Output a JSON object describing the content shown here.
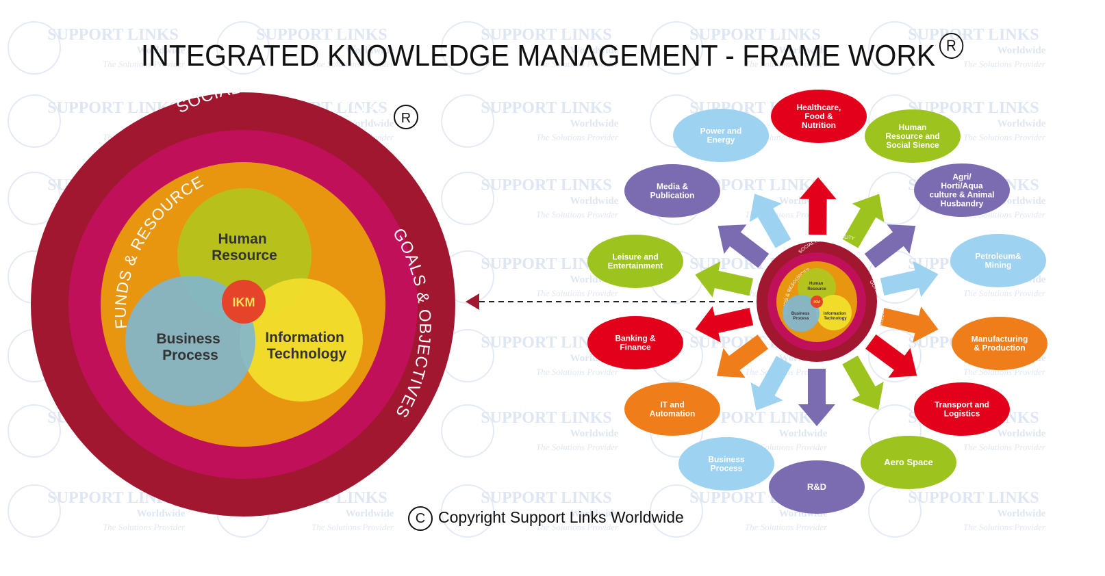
{
  "title": "INTEGRATED KNOWLEDGE MANAGEMENT - FRAME WORK",
  "registered_mark": "R",
  "watermark": {
    "line1": "SUPPORT LINKS",
    "line2": "Worldwide",
    "line3": "The Solutions Provider"
  },
  "main_diagram": {
    "outer_ring": "SOCIAL RESPONSIBILITY",
    "right_ring": "GOALS & OBJECTIVES",
    "left_ring": "FUNDS & RESOURCES",
    "circles": {
      "human_resource_1": "Human",
      "human_resource_2": "Resource",
      "business_process_1": "Business",
      "business_process_2": "Process",
      "information_technology_1": "Information",
      "information_technology_2": "Technology",
      "center": "IKM"
    }
  },
  "mini_diagram": {
    "outer_ring": "SOCIAL RESPONSIBILITY",
    "right_ring": "GOALS & OBJECTIVES",
    "left_ring": "FUNDS & RESOURCES",
    "human_resource_1": "Human",
    "human_resource_2": "Resource",
    "business_process_1": "Business",
    "business_process_2": "Process",
    "information_technology_1": "Information",
    "information_technology_2": "Technology",
    "center": "IKM"
  },
  "sectors": [
    {
      "lines": [
        "Healthcare,",
        "Food &",
        "Nutrition"
      ],
      "color": "#E2001A"
    },
    {
      "lines": [
        "Human",
        "Resource and",
        "Social Sience"
      ],
      "color": "#9DC31E"
    },
    {
      "lines": [
        "Agri/",
        "Horti/Aqua",
        "culture & Animal",
        "Husbandry"
      ],
      "color": "#7B6BB0"
    },
    {
      "lines": [
        "Petroleum&",
        "Mining"
      ],
      "color": "#9DD2F0"
    },
    {
      "lines": [
        "Manufacturing",
        "& Production"
      ],
      "color": "#EF7D1A"
    },
    {
      "lines": [
        "Transport and",
        "Logistics"
      ],
      "color": "#E2001A"
    },
    {
      "lines": [
        "Aero Space"
      ],
      "color": "#9DC31E"
    },
    {
      "lines": [
        "R&D"
      ],
      "color": "#7B6BB0"
    },
    {
      "lines": [
        "Business",
        "Process"
      ],
      "color": "#9DD2F0"
    },
    {
      "lines": [
        "IT and",
        "Automation"
      ],
      "color": "#EF7D1A"
    },
    {
      "lines": [
        "Banking &",
        "Finance"
      ],
      "color": "#E2001A"
    },
    {
      "lines": [
        "Leisure and",
        "Entertainment"
      ],
      "color": "#9DC31E"
    },
    {
      "lines": [
        "Media &",
        "Publication"
      ],
      "color": "#7B6BB0"
    },
    {
      "lines": [
        "Power and",
        "Energy"
      ],
      "color": "#9DD2F0"
    }
  ],
  "copyright": "Copyright Support Links Worldwide",
  "copyright_mark": "C",
  "colors": {
    "maroon": "#A0172F",
    "magenta": "#C0105A",
    "orange": "#E8950F",
    "green": "#B5C31E",
    "blue": "#7FB7D0",
    "yellow": "#F1DF2B",
    "red_center": "#E5442A"
  }
}
